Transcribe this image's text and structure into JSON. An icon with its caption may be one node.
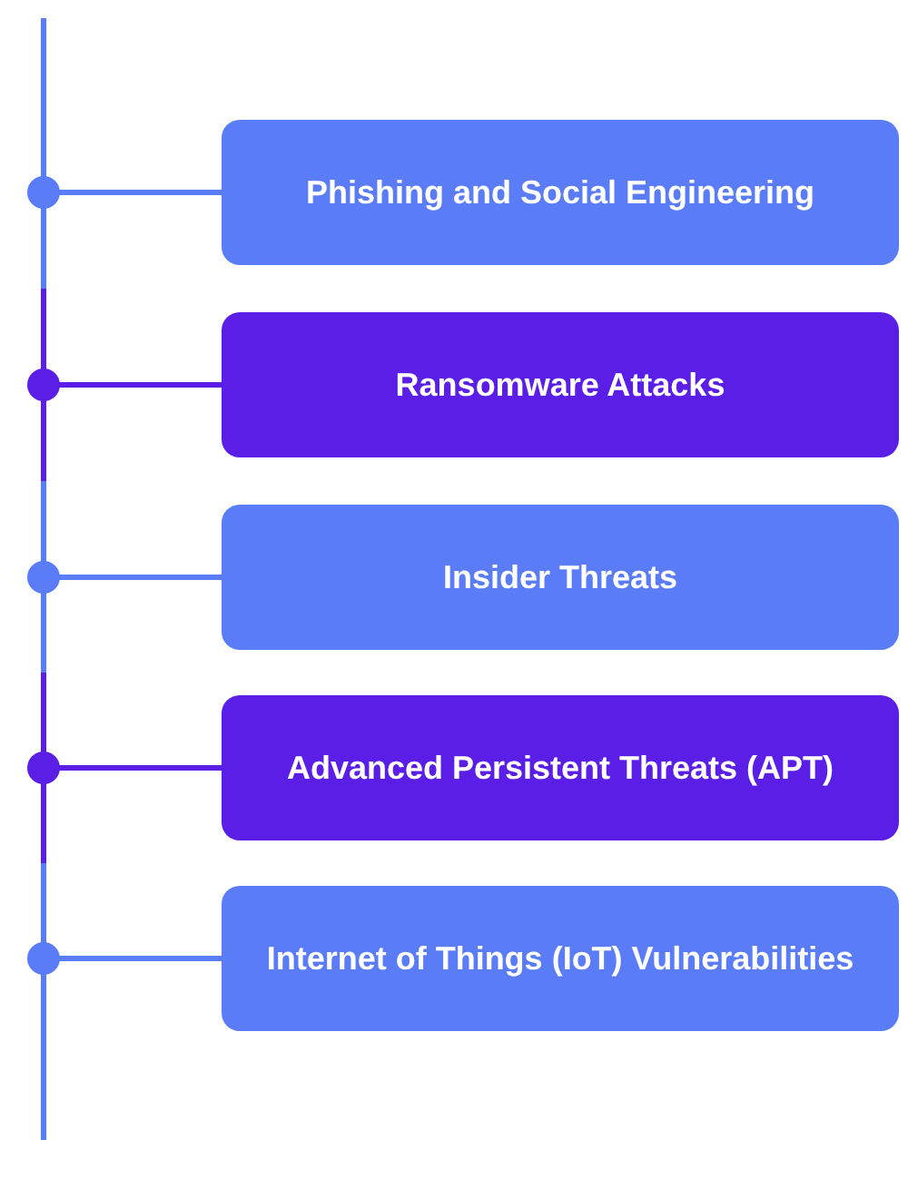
{
  "diagram": {
    "nodes": [
      {
        "text": [
          "Phishing and Social Engineering"
        ]
      },
      {
        "text": [
          "Ransomware Attacks"
        ]
      },
      {
        "text": [
          "Insider Threats"
        ]
      },
      {
        "text": [
          "Advanced Persistent Threats (APT)"
        ]
      },
      {
        "text": [
          "Internet of Things (IoT) Vulnerabilities"
        ]
      }
    ],
    "edges": [
      {
        "from": null,
        "to": 0,
        "arrow": "other"
      },
      {
        "from": null,
        "to": 1,
        "arrow": "other",
        "color": "#5a1ee6"
      },
      {
        "from": null,
        "to": 2,
        "arrow": "other"
      },
      {
        "from": null,
        "to": 3,
        "arrow": "other",
        "color": "#5a1ee6"
      },
      {
        "from": null,
        "to": 4,
        "arrow": "other"
      }
    ]
  }
}
